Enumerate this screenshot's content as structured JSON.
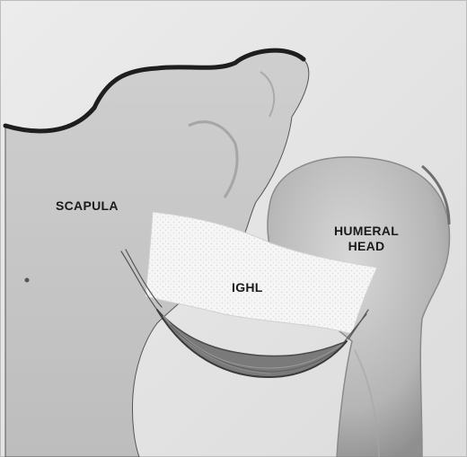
{
  "labels": {
    "scapula": "SCAPULA",
    "humeral_line1": "HUMERAL",
    "humeral_line2": "HEAD",
    "ighl": "IGHL"
  },
  "colors": {
    "background": "#e7e7e7",
    "bone": "#c9c9c9",
    "bone_shadow": "#9d9d9d",
    "ligament": "#f4f4f4",
    "hammock": "#6f6f6f",
    "text": "#1a1a1a"
  }
}
